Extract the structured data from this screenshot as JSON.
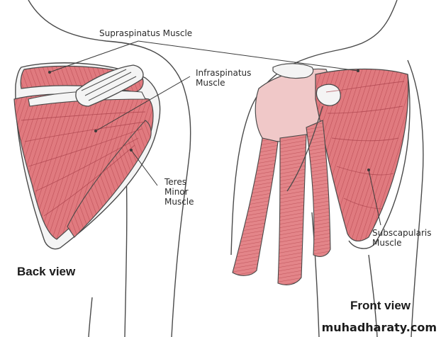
{
  "labels": {
    "supraspinatus": "Supraspinatus Muscle",
    "infraspinatus": [
      "Infraspinatus",
      "Muscle"
    ],
    "teres_minor": [
      "Teres",
      "Minor",
      "Muscle"
    ],
    "subscapularis": [
      "Subscapularis",
      "Muscle"
    ]
  },
  "views": {
    "back": "Back view",
    "front": "Front view"
  },
  "watermark": "muhadharaty.com",
  "colors": {
    "muscle": "#e07a7f",
    "muscle_dark": "#b5474e",
    "outline": "#4a4a4a",
    "bone": "#f4f4f4"
  }
}
